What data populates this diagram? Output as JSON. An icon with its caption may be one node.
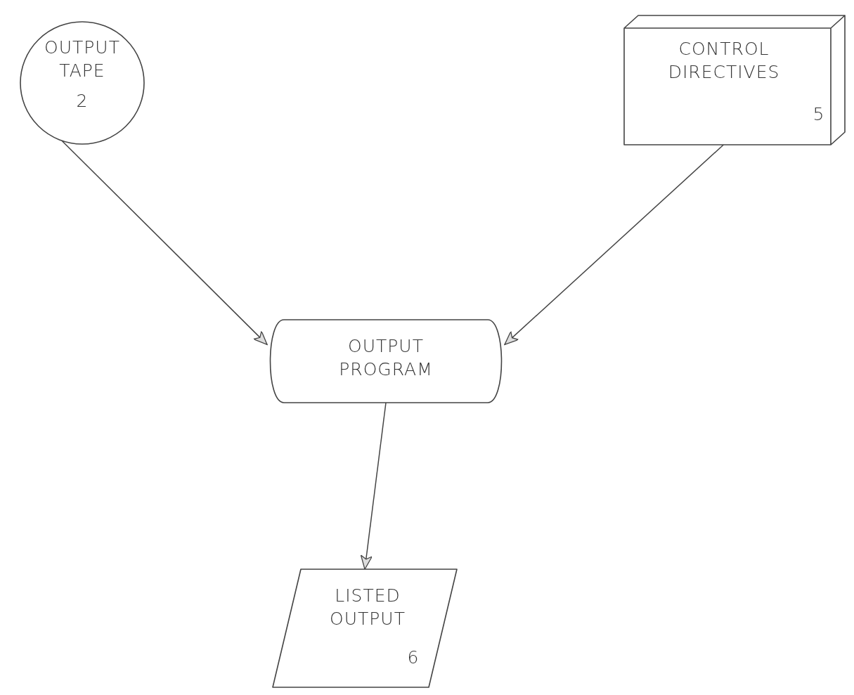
{
  "diagram": {
    "nodes": [
      {
        "text": [
          "OUTPUT TAPE",
          "2"
        ]
      },
      {
        "text": [
          "CONTROL DIRECTIVES",
          "5"
        ]
      },
      {
        "text": [
          "OUTPUT PROGRAM"
        ]
      },
      {
        "text": [
          "LISTED OUTPUT",
          "6"
        ]
      }
    ],
    "edges": [
      {
        "from": 0,
        "to": 2,
        "arrow": "to"
      },
      {
        "from": 1,
        "to": 2,
        "arrow": "to"
      },
      {
        "from": 2,
        "to": 3,
        "arrow": "to"
      }
    ]
  }
}
